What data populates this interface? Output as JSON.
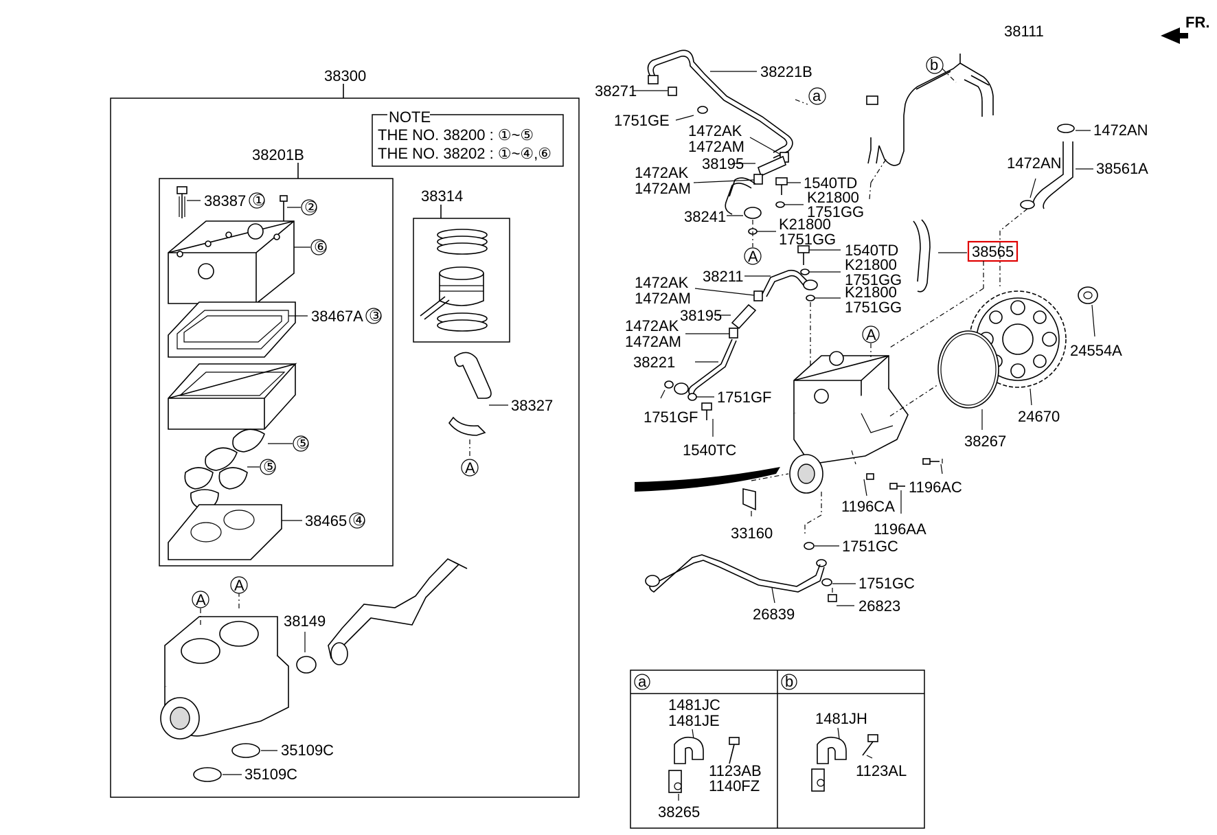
{
  "header": {
    "direction_label": "FR."
  },
  "note": {
    "title": "NOTE",
    "line1": "THE NO. 38200 : ①~⑤",
    "line2": "THE NO. 38202 : ①~④,⑥"
  },
  "assembly": {
    "main": "38300",
    "head_assy": "38201B",
    "piston_kit": "38314",
    "conrod": "38327",
    "bolt": "38387",
    "gasket_a": "38467A",
    "gasket_b": "38465",
    "crank": "38149",
    "cover_1": "35109C",
    "cover_2": "35109C"
  },
  "callouts": {
    "n1": "①",
    "n2": "②",
    "n3": "③",
    "n4": "④",
    "n5": "⑤",
    "n6": "⑥",
    "ref_a": "A",
    "ref_sub_a": "a",
    "ref_sub_b": "b"
  },
  "labels": {
    "p38221B": "38221B",
    "p38271": "38271",
    "p1751GE": "1751GE",
    "p1472AK_1": "1472AK",
    "p1472AM_1": "1472AM",
    "p38195_1": "38195",
    "p1472AK_2": "1472AK",
    "p1472AM_2": "1472AM",
    "p1540TD_1": "1540TD",
    "pK21800_1": "K21800",
    "p1751GG_1": "1751GG",
    "p38241": "38241",
    "pK21800_2": "K21800",
    "p1751GG_2": "1751GG",
    "p1540TD_2": "1540TD",
    "pK21800_3": "K21800",
    "p1751GG_3": "1751GG",
    "p38211": "38211",
    "pK21800_4": "K21800",
    "p1751GG_4": "1751GG",
    "p1472AK_3": "1472AK",
    "p1472AM_3": "1472AM",
    "p38195_2": "38195",
    "p1472AK_4": "1472AK",
    "p1472AM_4": "1472AM",
    "p38221": "38221",
    "p1751GF_1": "1751GF",
    "p1751GF_2": "1751GF",
    "p1540TC": "1540TC",
    "p38111": "38111",
    "p1472AN_1": "1472AN",
    "p1472AN_2": "1472AN",
    "p38561A": "38561A",
    "p38565": "38565",
    "p24554A": "24554A",
    "p24670": "24670",
    "p38267": "38267",
    "p1196AC": "1196AC",
    "p1196CA": "1196CA",
    "p1196AA": "1196AA",
    "p33160": "33160",
    "p1751GC_1": "1751GC",
    "p1751GC_2": "1751GC",
    "p26823": "26823",
    "p26839": "26839"
  },
  "detail_a": {
    "l1": "1481JC",
    "l2": "1481JE",
    "l3": "1123AB",
    "l4": "1140FZ",
    "l5": "38265"
  },
  "detail_b": {
    "l1": "1481JH",
    "l2": "1123AL"
  },
  "highlight_color": "#e00000"
}
